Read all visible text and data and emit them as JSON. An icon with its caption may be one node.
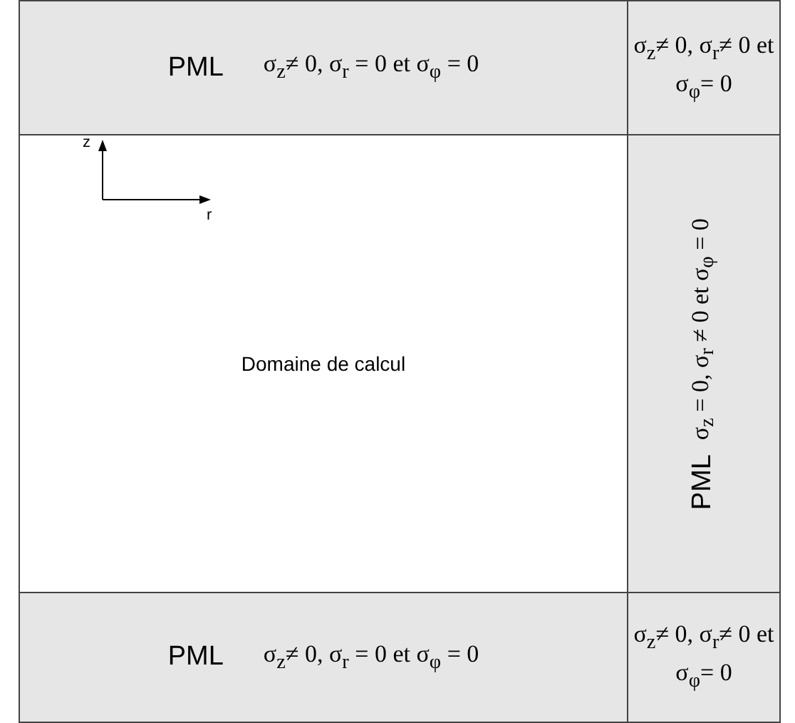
{
  "diagram": {
    "nodes": [
      {
        "text": [
          "PML",
          "σ$_{z}$≠ 0, σ$_{r}$ = 0 et σ$_{φ}$ = 0"
        ]
      },
      {
        "text": [
          "σ$_{z}$≠ 0, σ$_{r}$≠ 0 et σ$_{φ}$= 0"
        ]
      },
      {
        "text": [
          "Domaine de calcul"
        ]
      },
      {
        "text": [
          "PML",
          "σ$_{z}$ = 0, σ$_{r}$ ≠ 0 et σ$_{φ}$ = 0"
        ]
      },
      {
        "text": [
          "PML",
          "σ$_{z}$≠ 0, σ$_{r}$ = 0 et σ$_{φ}$ = 0"
        ]
      },
      {
        "text": [
          "σ$_{z}$≠ 0, σ$_{r}$≠ 0 et σ$_{φ}$= 0"
        ]
      }
    ],
    "edges": [],
    "labels": [
      "z",
      "r"
    ]
  }
}
